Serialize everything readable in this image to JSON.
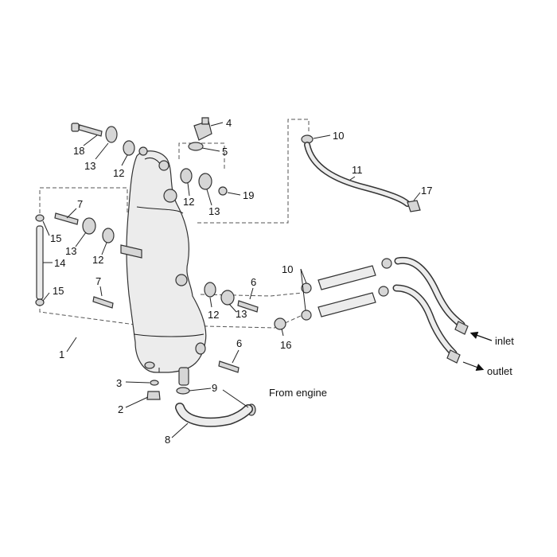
{
  "callouts": {
    "c1": "1",
    "c2": "2",
    "c3": "3",
    "c4": "4",
    "c5": "5",
    "c6a": "6",
    "c6b": "6",
    "c7a": "7",
    "c7b": "7",
    "c8": "8",
    "c9": "9",
    "c10a": "10",
    "c10b": "10",
    "c11": "11",
    "c12a": "12",
    "c12b": "12",
    "c12c": "12",
    "c12d": "12",
    "c13a": "13",
    "c13b": "13",
    "c13c": "13",
    "c13d": "13",
    "c14": "14",
    "c15a": "15",
    "c15b": "15",
    "c16": "16",
    "c17": "17",
    "c18": "18",
    "c19": "19"
  },
  "annotations": {
    "from_engine": "From engine",
    "inlet": "inlet",
    "outlet": "outlet"
  }
}
